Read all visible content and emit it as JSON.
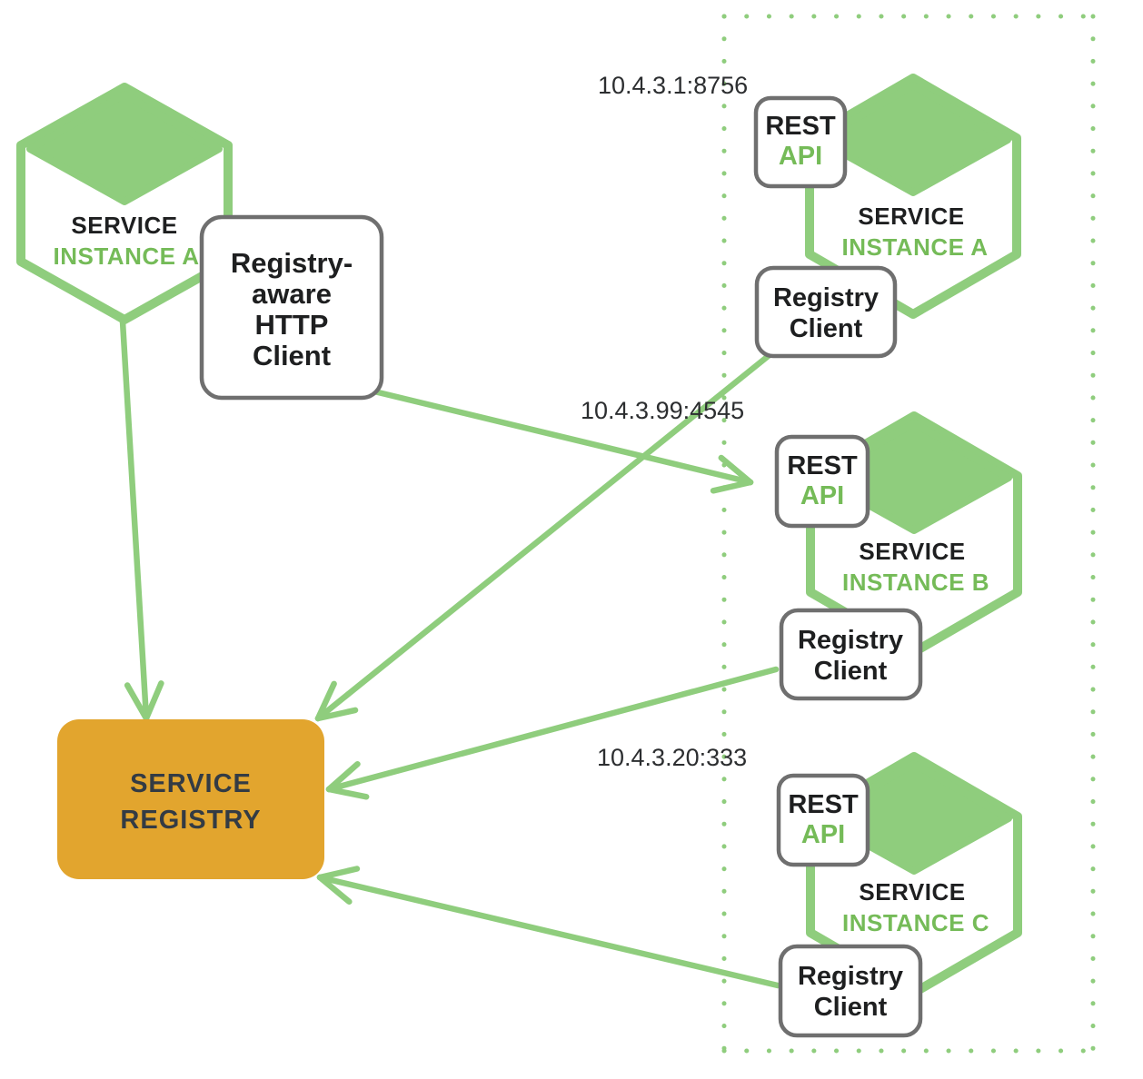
{
  "diagram": {
    "colors": {
      "green": "#8FCD7D",
      "green_text": "#75BB58",
      "orange": "#E2A52E",
      "box_border": "#6F6F6F",
      "ink": "#1E1F20",
      "ip_ink": "#2C2E30",
      "registry_ink": "#333B44"
    },
    "registry": {
      "line1": "SERVICE",
      "line2": "REGISTRY"
    },
    "left_instance": {
      "service": "SERVICE",
      "instance": "INSTANCE A"
    },
    "http_client": {
      "lines": [
        "Registry-",
        "aware",
        "HTTP",
        "Client"
      ]
    },
    "instances": [
      {
        "ip": "10.4.3.1:8756",
        "service": "SERVICE",
        "instance": "INSTANCE A",
        "rest": "REST",
        "api": "API",
        "client_line1": "Registry",
        "client_line2": "Client"
      },
      {
        "ip": "10.4.3.99:4545",
        "service": "SERVICE",
        "instance": "INSTANCE B",
        "rest": "REST",
        "api": "API",
        "client_line1": "Registry",
        "client_line2": "Client"
      },
      {
        "ip": "10.4.3.20:333",
        "service": "SERVICE",
        "instance": "INSTANCE C",
        "rest": "REST",
        "api": "API",
        "client_line1": "Registry",
        "client_line2": "Client"
      }
    ]
  }
}
